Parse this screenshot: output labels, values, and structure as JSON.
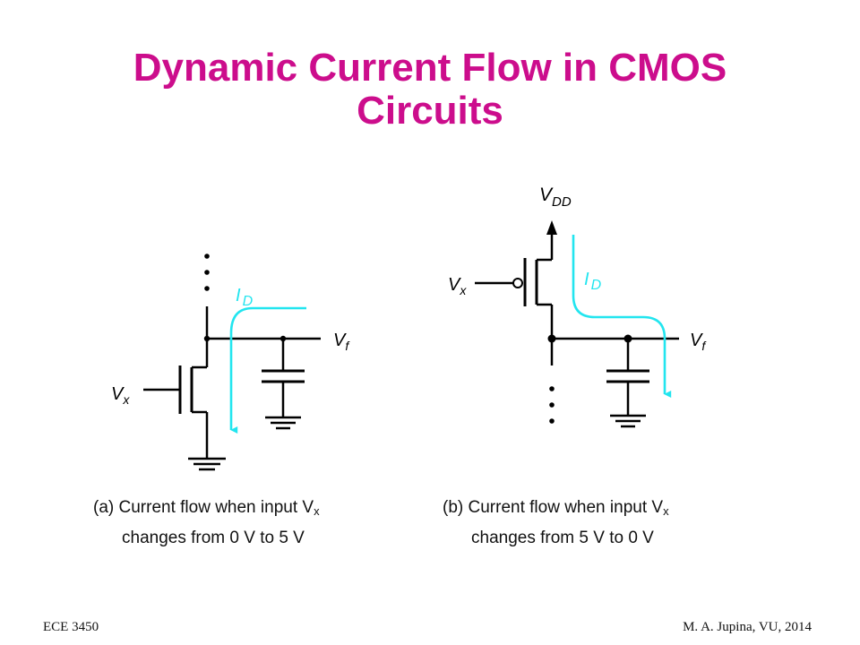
{
  "title": {
    "line1": "Dynamic Current Flow in CMOS",
    "line2": "Circuits"
  },
  "colors": {
    "title": "#cc0d8c",
    "current_arrow": "#22e5ef",
    "wire": "#000000"
  },
  "circuit_a": {
    "input_label": "V",
    "input_sub": "x",
    "output_label": "V",
    "output_sub": "f",
    "current_label": "I",
    "current_sub": "D",
    "caption_line1_prefix": "(a) Current flow when input V",
    "caption_line1_sub": "x",
    "caption_line2": "changes from 0 V to 5 V"
  },
  "circuit_b": {
    "supply_label": "V",
    "supply_sub": "DD",
    "input_label": "V",
    "input_sub": "x",
    "output_label": "V",
    "output_sub": "f",
    "current_label": "I",
    "current_sub": "D",
    "caption_line1_prefix": "(b) Current flow when input V",
    "caption_line1_sub": "x",
    "caption_line2": "changes from 5 V to 0 V"
  },
  "footer": {
    "left": "ECE 3450",
    "right": "M. A. Jupina, VU, 2014"
  }
}
